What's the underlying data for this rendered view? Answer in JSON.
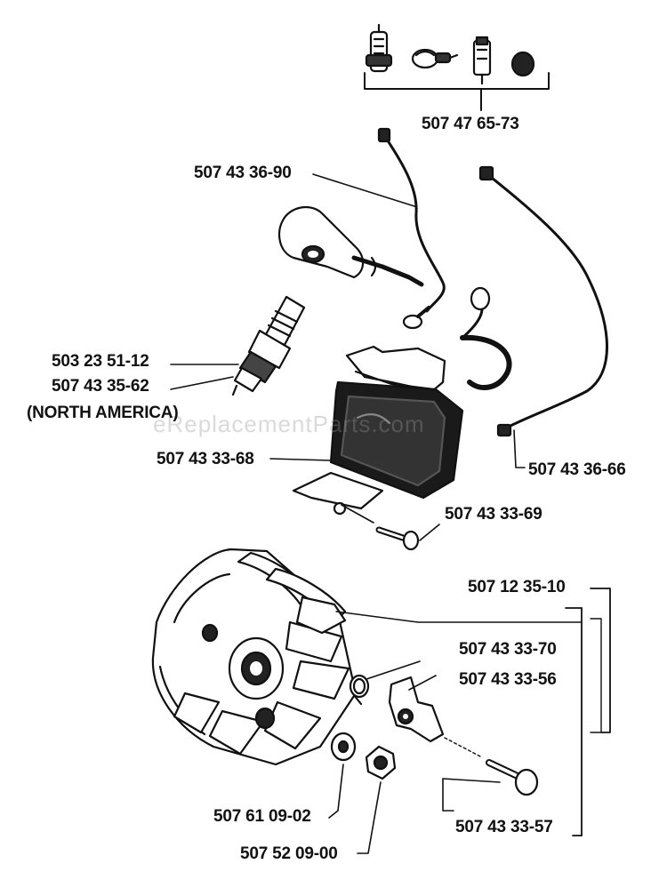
{
  "watermark": "eReplacementParts.com",
  "parts": {
    "kit_top": "507 47 65-73",
    "lead_top": "507 43 36-90",
    "spark_plug": "503 23 51-12",
    "spark_plug_na": "507 43 35-62",
    "north_america": "(NORTH AMERICA)",
    "ignition_module": "507 43 33-68",
    "lead_right": "507 43 36-66",
    "module_screw": "507 43 33-69",
    "flywheel_kit": "507 12 35-10",
    "spring": "507 43 33-70",
    "pawl": "507 43 33-56",
    "washer": "507 61 09-02",
    "nut": "507 52 09-00",
    "pin": "507 43 33-57"
  }
}
